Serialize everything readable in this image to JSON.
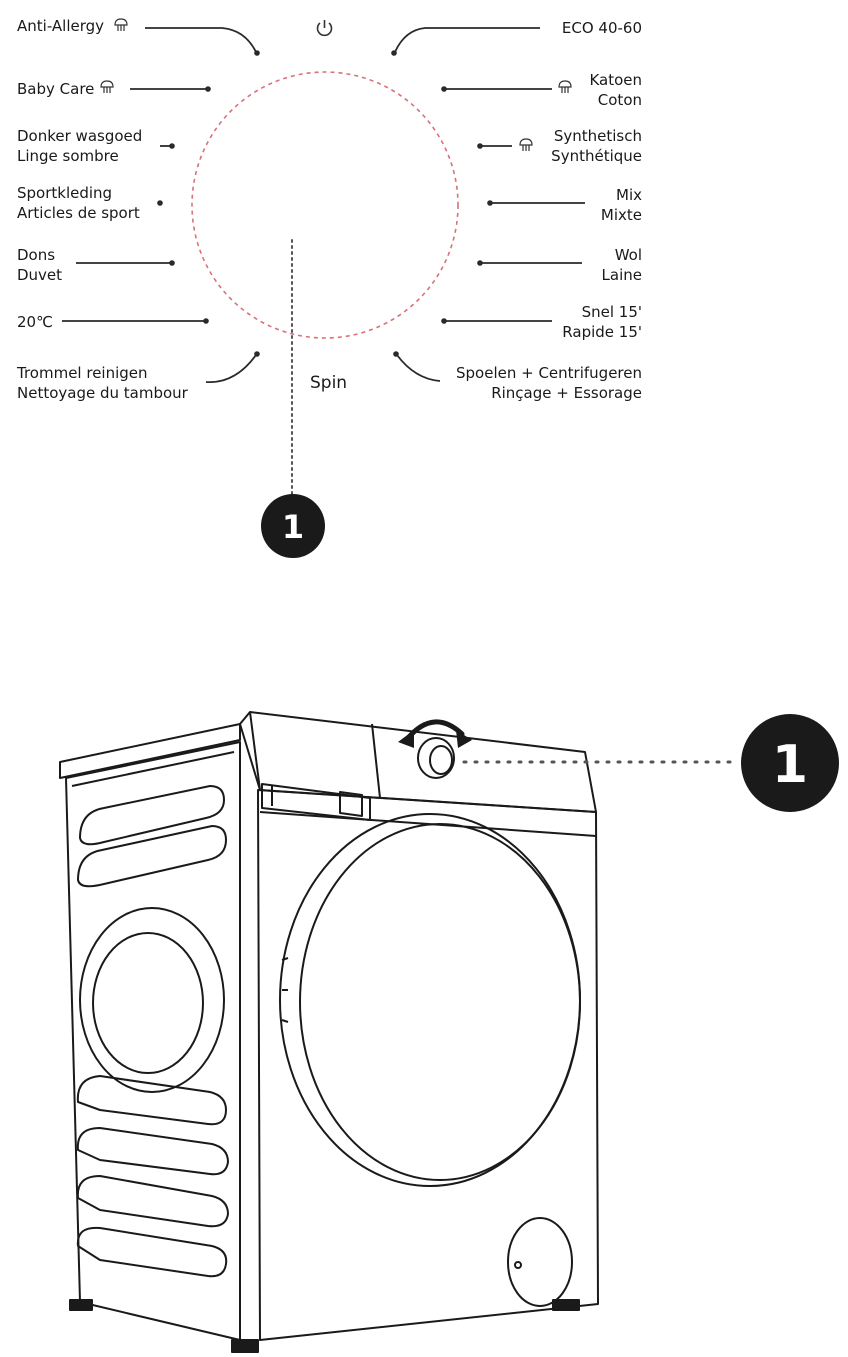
{
  "dial": {
    "power_symbol": "⏻",
    "left_programs": [
      {
        "line1": "Anti-Allergy",
        "line2": "",
        "steam": true
      },
      {
        "line1": "Baby Care",
        "line2": "",
        "steam": true
      },
      {
        "line1": "Donker wasgoed",
        "line2": "Linge sombre",
        "steam": false
      },
      {
        "line1": "Sportkleding",
        "line2": "Articles de sport",
        "steam": false
      },
      {
        "line1": "Dons",
        "line2": "Duvet",
        "steam": false
      },
      {
        "line1": "20℃",
        "line2": "",
        "steam": false
      },
      {
        "line1": "Trommel reinigen",
        "line2": "Nettoyage du tambour",
        "steam": false
      }
    ],
    "right_programs": [
      {
        "line1": "ECO 40-60",
        "line2": "",
        "steam": false
      },
      {
        "line1": "Katoen",
        "line2": "Coton",
        "steam": true
      },
      {
        "line1": "Synthetisch",
        "line2": "Synthétique",
        "steam": true
      },
      {
        "line1": "Mix",
        "line2": "Mixte",
        "steam": false
      },
      {
        "line1": "Wol",
        "line2": "Laine",
        "steam": false
      },
      {
        "line1": "Snel 15'",
        "line2": "Rapide 15'",
        "steam": false
      },
      {
        "line1": "Spoelen + Centrifugeren",
        "line2": "Rinçage + Essorage",
        "steam": false
      }
    ],
    "spin_label": "Spin",
    "callout_number": "1"
  },
  "machine": {
    "callout_number": "1"
  },
  "colors": {
    "dial_circle": "#d9707a",
    "line": "#2a2a2a",
    "badge": "#1a1a1a"
  }
}
